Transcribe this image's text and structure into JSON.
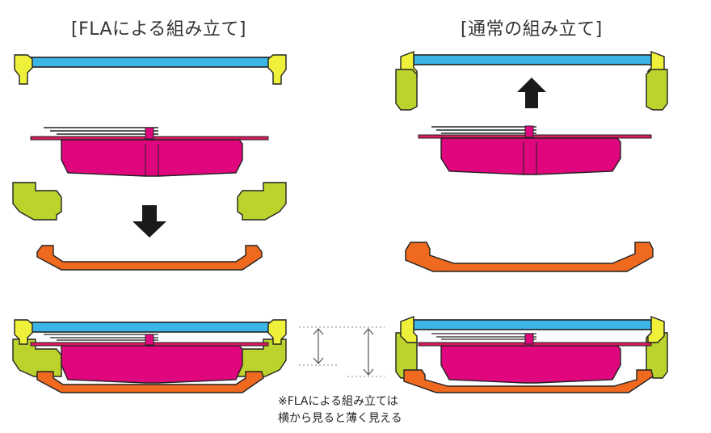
{
  "titles": {
    "left": "[FLAによる組み立て]",
    "right": "[通常の組み立て]"
  },
  "note": {
    "line1": "※FLAによる組み立ては",
    "line2": "横から見ると薄く見える"
  },
  "colors": {
    "lens_blue": "#3bb5e6",
    "bezel_yellow": "#eef03a",
    "side_green": "#bcd32d",
    "chip_magenta": "#e0067d",
    "base_orange": "#ef6a1e",
    "arrow_black": "#1a1a1a",
    "outline": "#222222"
  },
  "icons": {
    "down_arrow": "arrow-down-icon",
    "up_arrow": "arrow-up-icon",
    "thickness_arrows": "double-arrow-vertical-icon"
  }
}
